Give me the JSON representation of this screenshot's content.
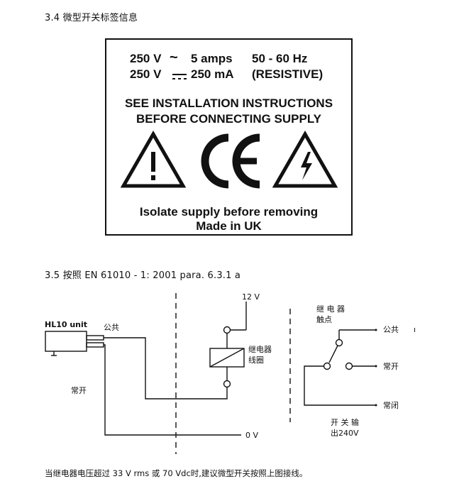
{
  "section_34": {
    "heading": "3.4 微型开关标签信息"
  },
  "label": {
    "ac_voltage": "250 V",
    "ac_symbol": "~",
    "ac_current": "5 amps",
    "ac_frequency": "50 - 60 Hz",
    "dc_voltage": "250 V",
    "dc_current": "250 mA",
    "dc_note": "(RESISTIVE)",
    "warning_line1": "SEE INSTALLATION INSTRUCTIONS",
    "warning_line2": "BEFORE CONNECTING SUPPLY",
    "ce_mark": "CE",
    "footer_line1": "Isolate supply before removing",
    "footer_line2": "Made in UK"
  },
  "section_35": {
    "heading": "3.5 按照 EN 61010 - 1: 2001 para. 6.3.1 a"
  },
  "diagram": {
    "unit_label": "HL10 unit",
    "common_left": "公共",
    "normally_open_left": "常开",
    "supply_12v": "12 V",
    "zero_v": "0 V",
    "relay_coil_line1": "继电器",
    "relay_coil_line2": "线圈",
    "relay_contacts_line1": "继 电 器",
    "relay_contacts_line2": "触点",
    "common_right": "公共",
    "normally_open_right": "常开",
    "normally_closed_right": "常闭",
    "switch_output_line1": "开 关 输",
    "switch_output_line2": "出240V",
    "stray_mark": "ı"
  },
  "footnote": "当继电器电压超过 33 V rms 或 70 Vdc时,建议微型开关按照上图接线。"
}
